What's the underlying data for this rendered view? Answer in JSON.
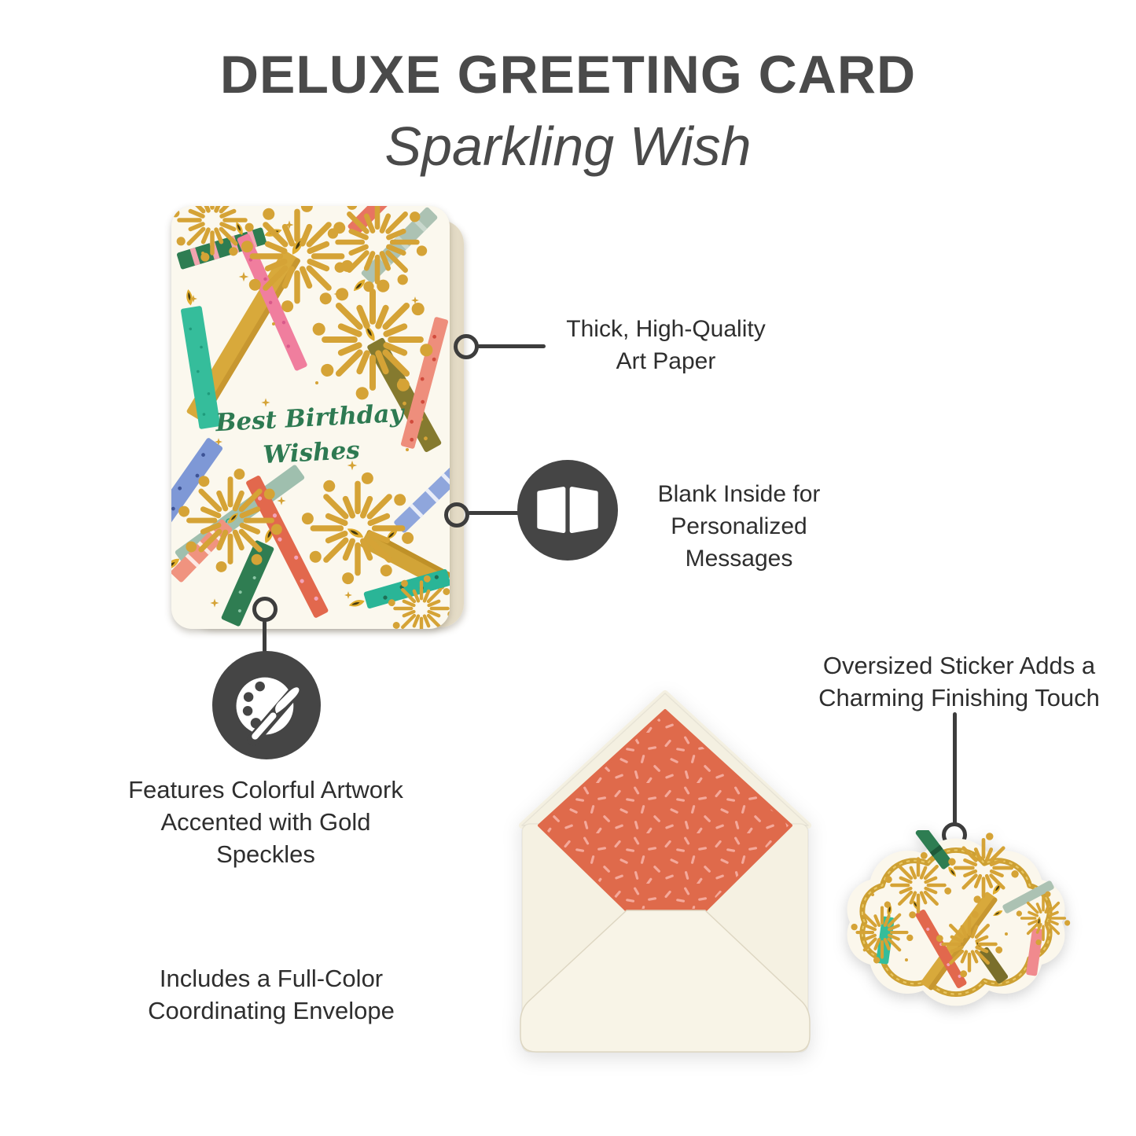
{
  "header": {
    "title": "DELUXE GREETING CARD",
    "subtitle": "Sparkling Wish"
  },
  "card": {
    "message_line1": "Best Birthday",
    "message_line2": "Wishes"
  },
  "callouts": {
    "art_paper": {
      "line1": "Thick, High-Quality",
      "line2": "Art Paper"
    },
    "blank_inside": {
      "line1": "Blank Inside for",
      "line2": "Personalized Messages",
      "icon": "open-book-icon"
    },
    "colorful_artwork": {
      "line1": "Features Colorful Artwork",
      "line2": "Accented with Gold Speckles",
      "icon": "palette-brush-icon"
    },
    "oversized_sticker": {
      "line1": "Oversized Sticker Adds a",
      "line2": "Charming Finishing Touch"
    },
    "envelope": {
      "line1": "Includes a Full-Color",
      "line2": "Coordinating Envelope"
    }
  },
  "colors": {
    "heading_text": "#4a4a4a",
    "body_text": "#2e2e2e",
    "connector": "#3d3d3d",
    "icon_circle": "#454545",
    "card_cream": "#FBF8EE",
    "card_pages_edge": "#F0E9D8",
    "envelope_cream": "#F5F1E2",
    "liner_orange": "#DF6A4B",
    "liner_sprinkle_pink": "#F4A99B",
    "gold": "#D5A336",
    "script_green": "#2E7A52",
    "candle_teal": "#35BD9B",
    "candle_pink": "#F07E9E",
    "candle_mustard": "#D8A93B",
    "candle_green": "#2E7D52",
    "candle_sage": "#ACC2B3",
    "candle_coral": "#E2684D",
    "candle_olive": "#857A2F",
    "candle_blue": "#7E98D6",
    "candle_periwinkle": "#8FA6DC"
  }
}
